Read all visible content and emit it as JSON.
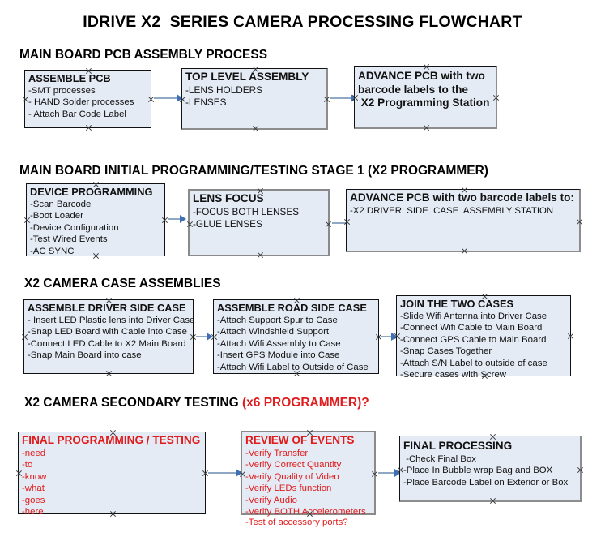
{
  "title": "IDRIVE X2  SERIES CAMERA PROCESSING FLOWCHART",
  "colors": {
    "box_fill": "#e4ebf5",
    "box_border": "#111111",
    "shadow": "#8d8d8d",
    "accent_red": "#e01b1b",
    "arrow_shaft": "#8fa9c4",
    "arrow_head": "#3f6fb5",
    "text": "#111111"
  },
  "sections": [
    {
      "id": "main-board-pcb-assembly",
      "heading": "MAIN BOARD PCB ASSEMBLY PROCESS",
      "heading_accent": "",
      "boxes": [
        {
          "id": "assemble-pcb",
          "title": "ASSEMBLE PCB",
          "lines": [
            "-SMT processes",
            "- HAND Solder processes",
            "- Attach Bar Code Label"
          ]
        },
        {
          "id": "top-level-assembly",
          "title": "TOP LEVEL ASSEMBLY",
          "lines": [
            "-LENS HOLDERS",
            "-LENSES"
          ]
        },
        {
          "id": "advance-pcb-to-x2-programming-station",
          "title": "ADVANCE PCB with two",
          "lines": [
            "barcode labels to the",
            " X2 Programming Station"
          ]
        }
      ]
    },
    {
      "id": "main-board-initial-programming",
      "heading": "MAIN BOARD INITIAL PROGRAMMING/TESTING STAGE 1 (X2 PROGRAMMER)",
      "heading_accent": "",
      "boxes": [
        {
          "id": "device-programming",
          "title": "DEVICE PROGRAMMING",
          "lines": [
            "-Scan Barcode",
            "-Boot Loader",
            "-Device Configuration",
            "-Test Wired Events",
            "-AC SYNC"
          ]
        },
        {
          "id": "lens-focus",
          "title": "LENS FOCUS",
          "lines": [
            "-FOCUS BOTH LENSES",
            "-GLUE LENSES"
          ]
        },
        {
          "id": "advance-pcb-to-driver-side-case-station",
          "title": "ADVANCE PCB with two barcode labels to:",
          "lines": [
            "-X2 DRIVER  SIDE  CASE  ASSEMBLY STATION"
          ]
        }
      ]
    },
    {
      "id": "x2-camera-case-assemblies",
      "heading": "X2 CAMERA CASE ASSEMBLIES",
      "heading_accent": "",
      "boxes": [
        {
          "id": "assemble-driver-side-case",
          "title": "ASSEMBLE DRIVER SIDE CASE",
          "lines": [
            "- Insert LED Plastic lens into Driver Case",
            "-Snap LED Board with Cable into Case",
            "-Connect LED Cable to X2 Main Board",
            "-Snap Main Board into case"
          ]
        },
        {
          "id": "assemble-road-side-case",
          "title": "ASSEMBLE ROAD SIDE CASE",
          "lines": [
            "-Attach Support Spur to Case",
            "-Attach Windshield Support",
            "-Attach Wifi Assembly to Case",
            "-Insert GPS Module into Case",
            "-Attach Wifi Label to Outside of Case"
          ]
        },
        {
          "id": "join-the-two-cases",
          "title": "JOIN THE TWO CASES",
          "lines": [
            "-Slide Wifi Antenna into Driver Case",
            "-Connect Wifi Cable to Main Board",
            "-Connect GPS Cable to Main Board",
            "-Snap Cases Together",
            "-Attach S/N Label to outside of case",
            "-Secure cases with Screw"
          ]
        }
      ]
    },
    {
      "id": "x2-camera-secondary-testing",
      "heading": "X2 CAMERA SECONDARY TESTING ",
      "heading_accent": "(x6 PROGRAMMER)?",
      "boxes": [
        {
          "id": "final-programming-testing",
          "title": "FINAL PROGRAMMING / TESTING",
          "lines": [
            "-need",
            "-to",
            "-know",
            "-what",
            "-goes",
            "-here"
          ]
        },
        {
          "id": "review-of-events",
          "title": "REVIEW OF EVENTS",
          "lines": [
            "-Verify Transfer",
            "-Verify Correct Quantity",
            "-Verify Quality of Video",
            "-Verify LEDs function",
            "-Verify Audio",
            "-Verify BOTH Accelerometers"
          ],
          "overflow_line": "-Test of accessory ports?"
        },
        {
          "id": "final-processing",
          "title": "FINAL PROCESSING",
          "lines": [
            " -Check Final Box",
            "-Place In Bubble wrap Bag and BOX",
            "-Place Barcode Label on Exterior or Box"
          ]
        }
      ]
    }
  ]
}
